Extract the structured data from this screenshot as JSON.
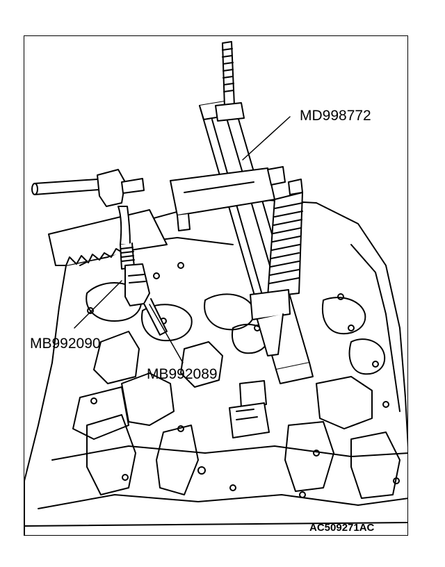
{
  "labels": {
    "md998772": "MD998772",
    "mb992090": "MB992090",
    "mb992089": "MB992089"
  },
  "figure_id": "AC509271AC",
  "colors": {
    "line": "#000000",
    "background": "#ffffff"
  }
}
